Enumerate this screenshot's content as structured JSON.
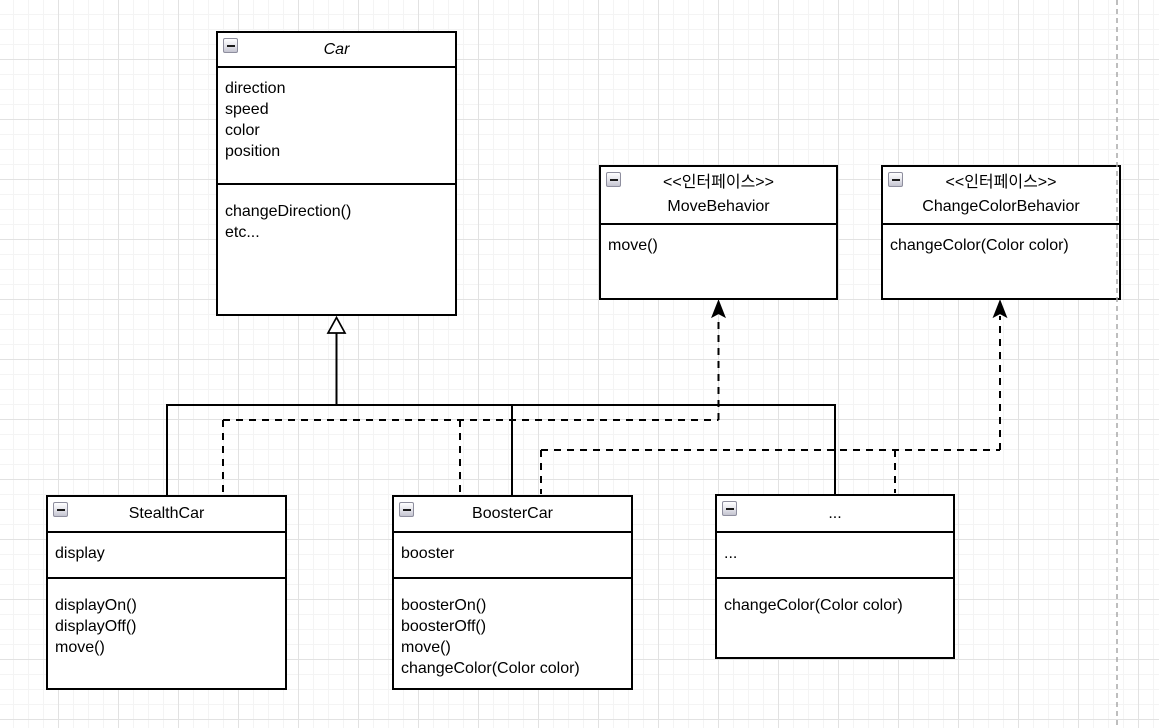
{
  "diagram_type": "uml-class-diagram",
  "colors": {
    "shape_stroke": "#000000",
    "shape_fill": "#ffffff",
    "text": "#000000",
    "grid_minor": "#f4f4f4",
    "grid_major": "#e2e2e2",
    "page_guide": "#a8a8a8"
  },
  "icons": {
    "collapse_icon_glyph": "−"
  },
  "classes": [
    {
      "id": "car",
      "stereotype": "",
      "title": "Car",
      "abstract": true,
      "fields": [
        "direction",
        "speed",
        "color",
        "position"
      ],
      "methods": [
        "changeDirection()",
        "etc..."
      ]
    },
    {
      "id": "move-behavior",
      "stereotype": "<<인터페이스>>",
      "title": "MoveBehavior",
      "abstract": false,
      "fields": [],
      "methods": [
        "move()"
      ]
    },
    {
      "id": "change-color-behavior",
      "stereotype": "<<인터페이스>>",
      "title": "ChangeColorBehavior",
      "abstract": false,
      "fields": [],
      "methods": [
        "changeColor(Color color)"
      ]
    },
    {
      "id": "stealth-car",
      "stereotype": "",
      "title": "StealthCar",
      "abstract": false,
      "fields": [
        "display"
      ],
      "methods": [
        "displayOn()",
        "displayOff()",
        "move()"
      ]
    },
    {
      "id": "booster-car",
      "stereotype": "",
      "title": "BoosterCar",
      "abstract": false,
      "fields": [
        "booster"
      ],
      "methods": [
        "boosterOn()",
        "boosterOff()",
        "move()",
        "changeColor(Color color)"
      ]
    },
    {
      "id": "etc-car",
      "stereotype": "",
      "title": "...",
      "abstract": false,
      "fields": [
        "..."
      ],
      "methods": [
        "changeColor(Color color)"
      ]
    }
  ],
  "edges": [
    {
      "from": "StealthCar",
      "to": "Car",
      "type": "generalization",
      "line": "solid",
      "arrowhead": "hollow-triangle"
    },
    {
      "from": "BoosterCar",
      "to": "Car",
      "type": "generalization",
      "line": "solid",
      "arrowhead": "hollow-triangle"
    },
    {
      "from": "...",
      "to": "Car",
      "type": "generalization",
      "line": "solid",
      "arrowhead": "hollow-triangle"
    },
    {
      "from": "StealthCar",
      "to": "MoveBehavior",
      "type": "realization",
      "line": "dashed",
      "arrowhead": "filled"
    },
    {
      "from": "BoosterCar",
      "to": "MoveBehavior",
      "type": "realization",
      "line": "dashed",
      "arrowhead": "filled"
    },
    {
      "from": "BoosterCar",
      "to": "ChangeColorBehavior",
      "type": "realization",
      "line": "dashed",
      "arrowhead": "filled"
    },
    {
      "from": "...",
      "to": "ChangeColorBehavior",
      "type": "realization",
      "line": "dashed",
      "arrowhead": "filled"
    }
  ]
}
